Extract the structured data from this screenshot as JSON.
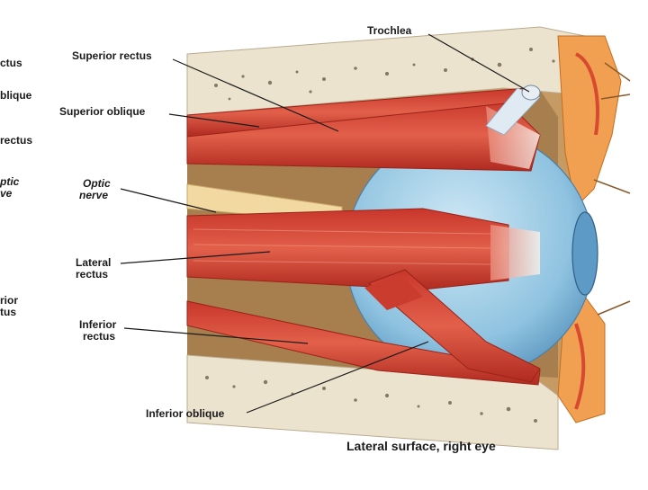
{
  "labels": {
    "trochlea": "Trochlea",
    "superior_rectus": "Superior rectus",
    "superior_oblique": "Superior oblique",
    "optic_nerve_line1": "Optic",
    "optic_nerve_line2": "nerve",
    "lateral_rectus_line1": "Lateral",
    "lateral_rectus_line2": "rectus",
    "inferior_rectus_line1": "Inferior",
    "inferior_rectus_line2": "rectus",
    "inferior_oblique": "Inferior oblique"
  },
  "caption": "Lateral surface, right eye",
  "left_panel_clipped": {
    "l1": "ctus",
    "l2": "blique",
    "l3": "rectus",
    "l4a": "ptic",
    "l4b": "ve",
    "l5a": "rior",
    "l5b": "tus"
  },
  "colors": {
    "muscle": "#d9483a",
    "muscle_dark": "#a8281f",
    "eyeball": "#a9d3ea",
    "bone": "#ece3cf",
    "nerve": "#f2d9a2",
    "orbit_bg": "#d9b47e"
  }
}
